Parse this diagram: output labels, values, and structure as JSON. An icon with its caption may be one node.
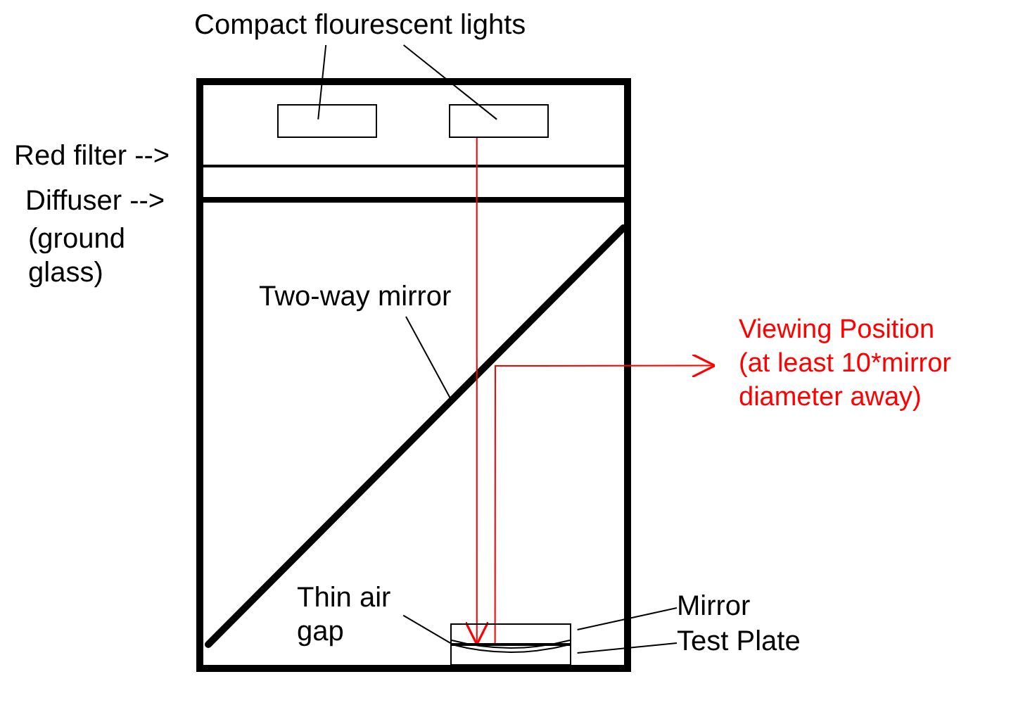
{
  "diagram": {
    "nodes": [
      {
        "text": [
          "Compact flourescent lights"
        ]
      },
      {
        "text": [],
        "shape": "box"
      },
      {
        "text": [],
        "shape": "box"
      },
      {
        "text": [
          "Two-way mirror"
        ]
      },
      {
        "text": [
          "Viewing Position (at least 10*mirror diameter away)"
        ]
      },
      {
        "text": [
          "Thin air gap"
        ]
      },
      {
        "text": [],
        "shape": "box"
      },
      {
        "text": [],
        "shape": "box"
      },
      {
        "text": [
          "Mirror"
        ]
      },
      {
        "text": [
          "Test Plate"
        ]
      }
    ],
    "edges": [
      {
        "from": 0,
        "to": 1,
        "arrow": "none"
      },
      {
        "from": 0,
        "to": 2,
        "arrow": "none"
      },
      {
        "from": 3,
        "to": null,
        "arrow": "none"
      },
      {
        "from": 5,
        "to": 6,
        "arrow": "none"
      },
      {
        "from": 8,
        "to": 6,
        "arrow": "none"
      },
      {
        "from": 9,
        "to": 7,
        "arrow": "none"
      },
      {
        "from": 2,
        "to": 6,
        "arrow": "to",
        "color": "#ff0000"
      },
      {
        "from": 6,
        "to": 4,
        "arrow": "to",
        "color": "#ff0000"
      }
    ],
    "labels": [
      "Red filter -->",
      "Diffuser -->",
      "(ground glass)"
    ]
  }
}
